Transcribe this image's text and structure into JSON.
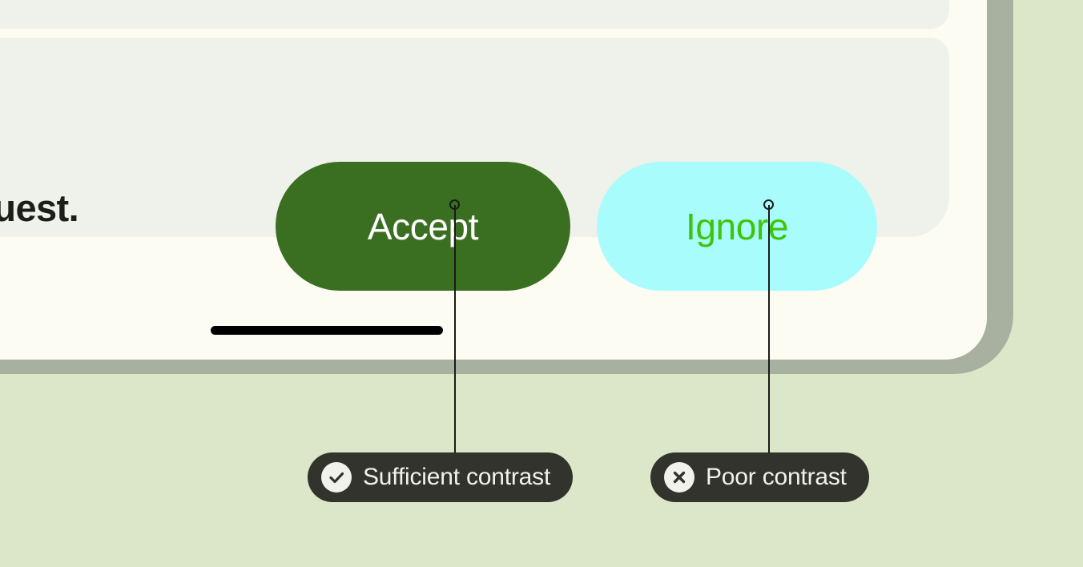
{
  "palette": {
    "page_background": "#DBE7C8",
    "device_frame": "#A8B19F",
    "device_screen": "#FDFCF2",
    "card_background": "#EFF2EA",
    "accept_button_background": "#3A6F21",
    "accept_button_text": "#FFFFFF",
    "ignore_button_background": "#A8FCFC",
    "ignore_button_text": "#3FC40A",
    "dialog_text": "#1C1E1A",
    "pill_background": "#32332C",
    "pill_text": "#F2F2EC",
    "home_bar": "#000000",
    "leader_line": "#1A1A1A"
  },
  "device": {
    "screen": {
      "dialog": {
        "message": "a request.",
        "buttons": [
          {
            "id": "accept",
            "label": "Accept",
            "role": "primary"
          },
          {
            "id": "ignore",
            "label": "Ignore",
            "role": "secondary"
          }
        ]
      },
      "home_indicator": {
        "name": "home-bar"
      }
    }
  },
  "annotations": [
    {
      "id": "accept-annotation",
      "target": "accept",
      "label": "Sufficient contrast",
      "icon": "check-circle-icon",
      "verdict": "pass"
    },
    {
      "id": "ignore-annotation",
      "target": "ignore",
      "label": "Poor contrast",
      "icon": "x-circle-icon",
      "verdict": "fail"
    }
  ]
}
